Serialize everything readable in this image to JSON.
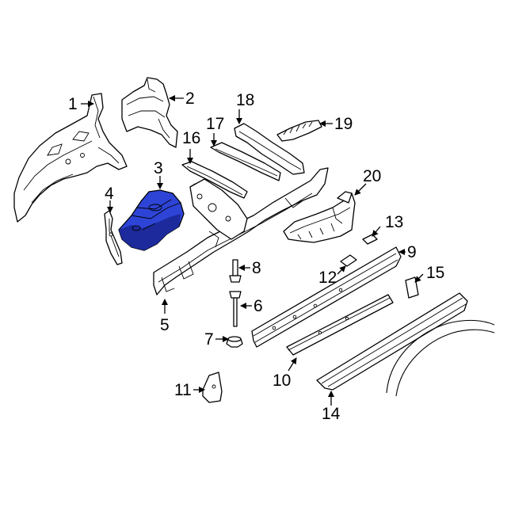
{
  "colors": {
    "highlight_fill": "#2e44d6",
    "highlight_shadow": "#1c2a9c",
    "line": "#000000",
    "background": "#ffffff"
  },
  "callouts": [
    {
      "id": "1",
      "label": "1"
    },
    {
      "id": "2",
      "label": "2"
    },
    {
      "id": "3",
      "label": "3"
    },
    {
      "id": "4",
      "label": "4"
    },
    {
      "id": "5",
      "label": "5"
    },
    {
      "id": "6",
      "label": "6"
    },
    {
      "id": "7",
      "label": "7"
    },
    {
      "id": "8",
      "label": "8"
    },
    {
      "id": "9",
      "label": "9"
    },
    {
      "id": "10",
      "label": "10"
    },
    {
      "id": "11",
      "label": "11"
    },
    {
      "id": "12",
      "label": "12"
    },
    {
      "id": "13",
      "label": "13"
    },
    {
      "id": "14",
      "label": "14"
    },
    {
      "id": "15",
      "label": "15"
    },
    {
      "id": "16",
      "label": "16"
    },
    {
      "id": "17",
      "label": "17"
    },
    {
      "id": "18",
      "label": "18"
    },
    {
      "id": "19",
      "label": "19"
    },
    {
      "id": "20",
      "label": "20"
    }
  ],
  "highlighted_part": "3"
}
